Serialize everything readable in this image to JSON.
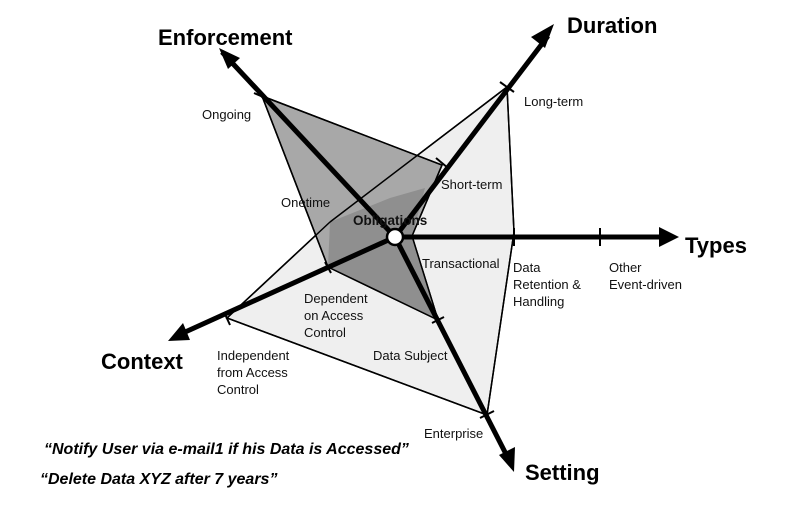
{
  "center": "Obligations",
  "axes": {
    "enforcement": {
      "title": "Enforcement",
      "values": [
        "Onetime",
        "Ongoing"
      ]
    },
    "duration": {
      "title": "Duration",
      "values": [
        "Short-term",
        "Long-term"
      ]
    },
    "types": {
      "title": "Types",
      "values": [
        "Transactional",
        "Data\nRetention &\nHandling",
        "Other\nEvent-driven"
      ]
    },
    "setting": {
      "title": "Setting",
      "values": [
        "Data Subject",
        "Enterprise"
      ]
    },
    "context": {
      "title": "Context",
      "values": [
        "Dependent\non Access\nControl",
        "Independent\nfrom Access\nControl"
      ]
    }
  },
  "examples": [
    "“Notify User via e-mail1 if his Data is Accessed”",
    "“Delete Data XYZ after 7 years”"
  ],
  "colors": {
    "dark_polygon": "#a8a8a8",
    "light_polygon": "#efefef",
    "overlap": "#8c8c8c",
    "stroke": "#000000"
  }
}
